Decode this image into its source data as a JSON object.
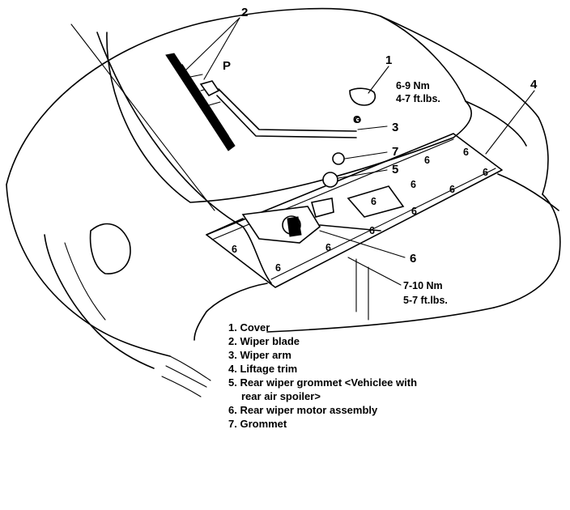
{
  "callouts": {
    "c1": "1",
    "c2": "2",
    "c3": "3",
    "c4": "4",
    "c5": "5",
    "c6": "6",
    "c7": "7",
    "p": "P"
  },
  "specs": {
    "cover_torque_nm": "6-9 Nm",
    "cover_torque_ftlbs": "4-7 ft.lbs.",
    "motor_torque_nm": "7-10 Nm",
    "motor_torque_ftlbs": "5-7 ft.lbs."
  },
  "hardware_labels": {
    "bolt": "6",
    "screw_letter": "G"
  },
  "legend": [
    "1. Cover",
    "2. Wiper blade",
    "3. Wiper arm",
    "4. Liftage trim",
    "5. Rear wiper grommet <Vehiclee with",
    "rear air spoiler>",
    "6. Rear wiper motor assembly",
    "7. Grommet"
  ]
}
